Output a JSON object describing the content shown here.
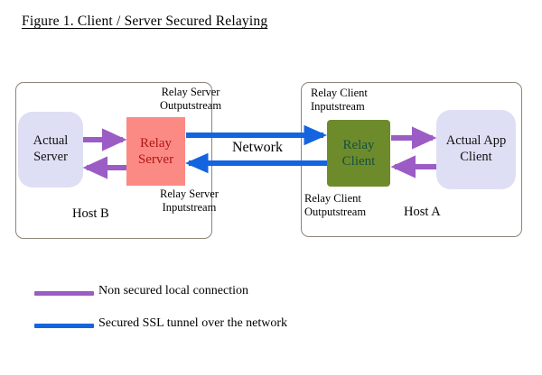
{
  "figure": {
    "title": "Figure 1. Client / Server Secured Relaying"
  },
  "hosts": {
    "left": {
      "label": "Host B",
      "endpoint": "Actual\nServer",
      "endpoint_line1": "Actual",
      "endpoint_line2": "Server",
      "relay_line1": "Relay",
      "relay_line2": "Server",
      "relay_fill": "#fb8a84",
      "relay_text_color": "#b01616",
      "outputstream_label": "Relay Server\nOutputstream",
      "inputstream_label": "Relay Server\nInputstream"
    },
    "right": {
      "label": "Host A",
      "endpoint_line1": "Actual App",
      "endpoint_line2": "Client",
      "relay_line1": "Relay",
      "relay_line2": "Client",
      "relay_fill": "#6e8b2c",
      "relay_text_color": "#13503f",
      "inputstream_label": "Relay Client\nInputstream",
      "outputstream_label": "Relay Client\nOutputstream"
    }
  },
  "network": {
    "label": "Network"
  },
  "legend": {
    "items": [
      {
        "color": "#9b5cc6",
        "label": "Non secured local connection"
      },
      {
        "color": "#1464e0",
        "label": "Secured SSL tunnel over the network"
      }
    ]
  },
  "colors": {
    "endpoint_fill": "#dedef4",
    "host_border": "#8c8578",
    "local_arrow": "#9b5cc6",
    "ssl_arrow": "#1464e0",
    "background": "#ffffff"
  }
}
